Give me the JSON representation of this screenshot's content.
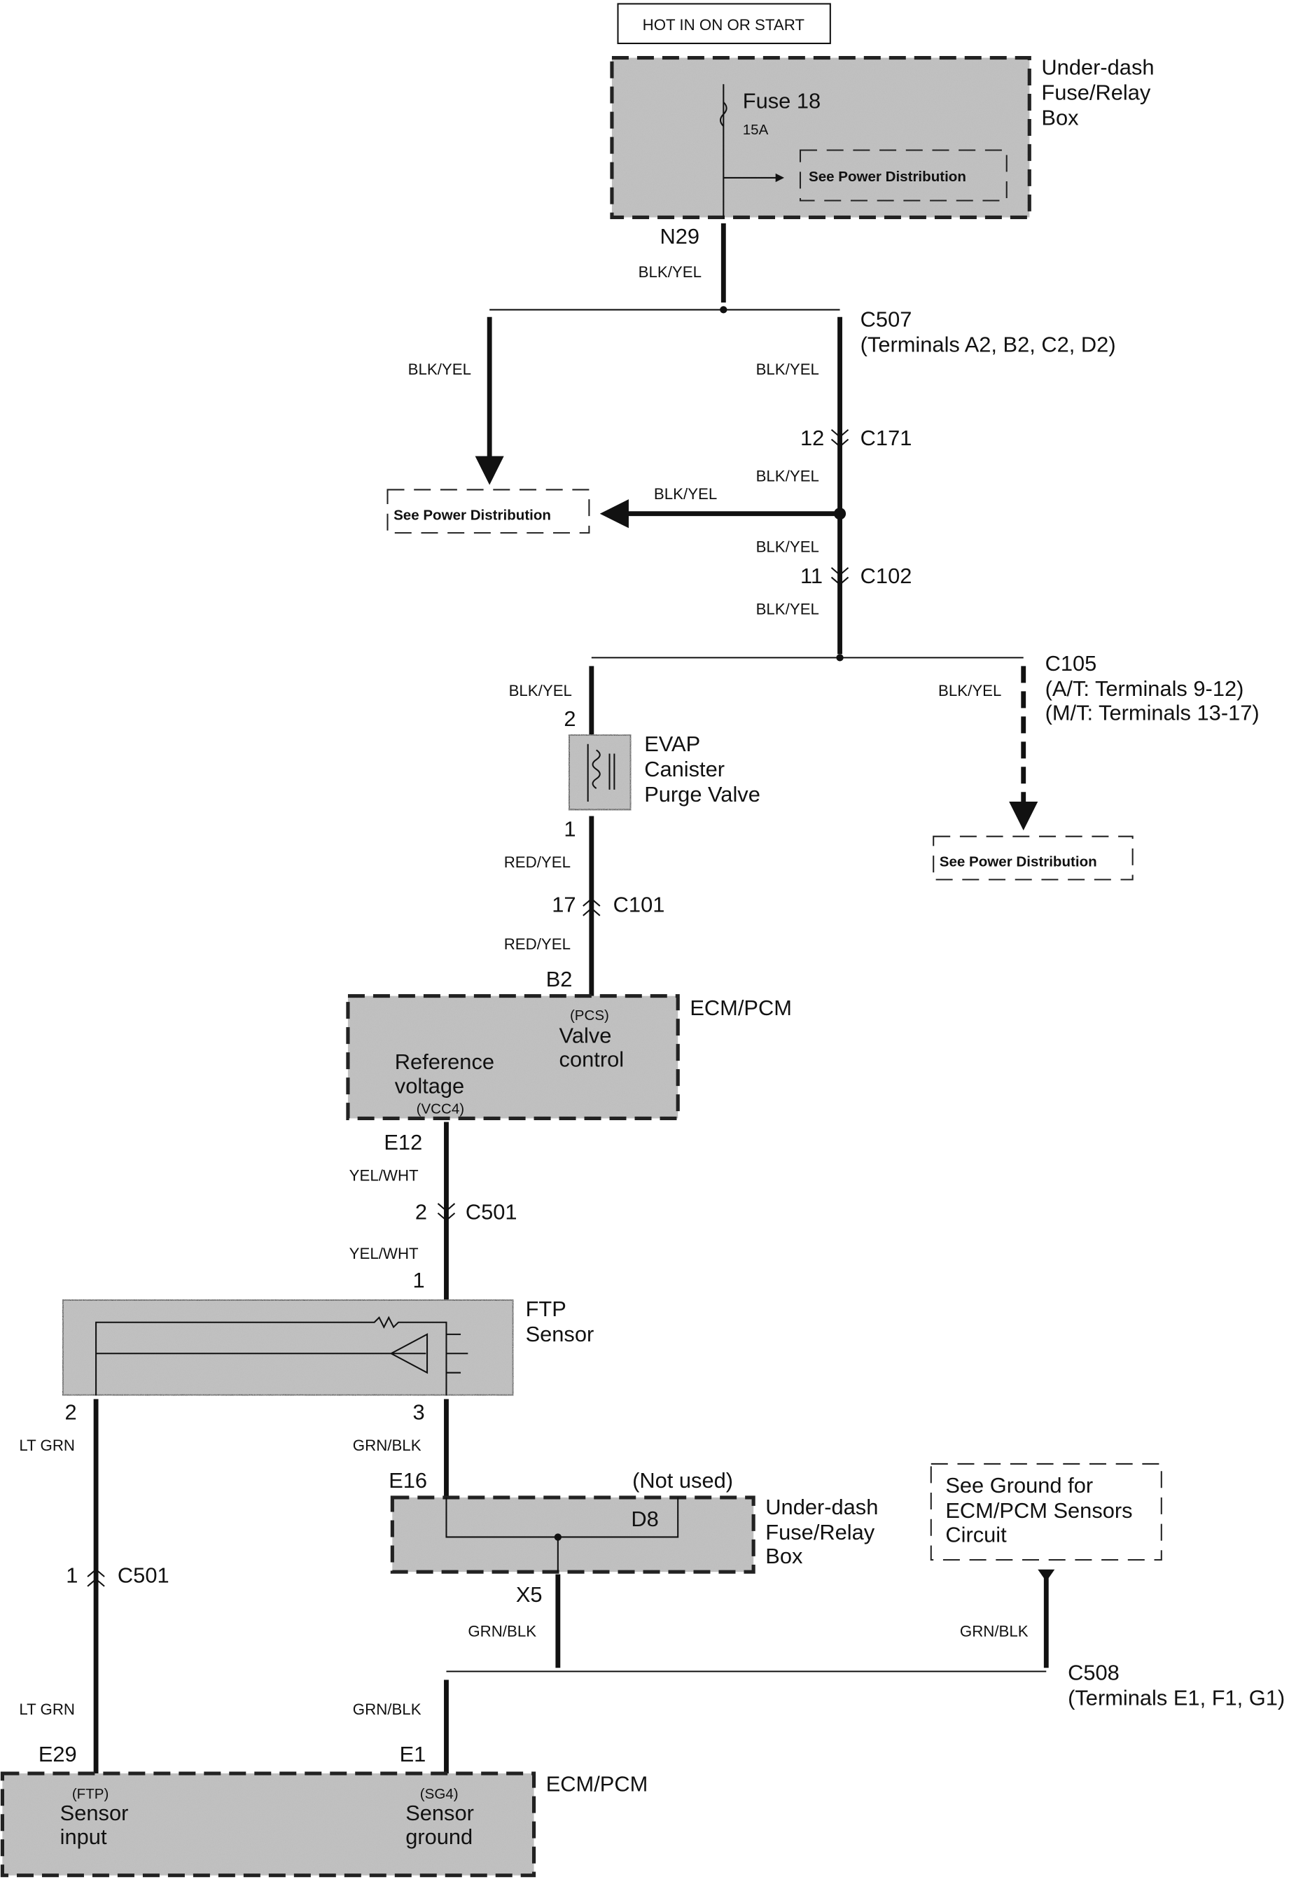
{
  "header": {
    "hot_label": "HOT IN ON OR START"
  },
  "fuse_box_top": {
    "name_lines": [
      "Under-dash",
      "Fuse/Relay",
      "Box"
    ],
    "fuse": "Fuse 18",
    "rating": "15A",
    "see_power": "See Power Distribution",
    "connector": "N29"
  },
  "wires": {
    "blk_yel": "BLK/YEL",
    "red_yel": "RED/YEL",
    "yel_wht": "YEL/WHT",
    "lt_grn": "LT GRN",
    "grn_blk": "GRN/BLK"
  },
  "c507": {
    "name": "C507",
    "terminals": "(Terminals A2, B2, C2, D2)"
  },
  "c171": {
    "pin": "12",
    "name": "C171"
  },
  "c102": {
    "pin": "11",
    "name": "C102"
  },
  "c105": {
    "name": "C105",
    "line1": "(A/T: Terminals 9-12)",
    "line2": "(M/T: Terminals 13-17)"
  },
  "see_power_left": "See Power Distribution",
  "see_power_right": "See Power Distribution",
  "evap": {
    "pin_top": "2",
    "pin_bottom": "1",
    "name_lines": [
      "EVAP",
      "Canister",
      "Purge Valve"
    ]
  },
  "c101": {
    "pin": "17",
    "name": "C101"
  },
  "ecm_top": {
    "name": "ECM/PCM",
    "pin_top": "B2",
    "pin_bottom": "E12",
    "pcs": "(PCS)",
    "valve": "Valve",
    "control": "control",
    "reference": "Reference",
    "voltage": "voltage",
    "vcc4": "(VCC4)"
  },
  "c501_top": {
    "pin": "2",
    "name": "C501"
  },
  "ftp": {
    "pin_top": "1",
    "pin_left": "2",
    "pin_right": "3",
    "name_lines": [
      "FTP",
      "Sensor"
    ]
  },
  "fuse_box_bottom": {
    "pin_in": "E16",
    "pin_out": "X5",
    "not_used": "(Not used)",
    "d8": "D8",
    "name_lines": [
      "Under-dash",
      "Fuse/Relay",
      "Box"
    ]
  },
  "see_ground": {
    "lines": [
      "See Ground for",
      "ECM/PCM Sensors",
      "Circuit"
    ]
  },
  "c501_bottom": {
    "pin": "1",
    "name": "C501"
  },
  "c508": {
    "name": "C508",
    "terminals": "(Terminals E1, F1, G1)"
  },
  "ecm_bottom": {
    "name": "ECM/PCM",
    "pin_left": "E29",
    "pin_right": "E1",
    "ftp": "(FTP)",
    "sensor1": "Sensor",
    "input": "input",
    "sg4": "(SG4)",
    "sensor2": "Sensor",
    "ground": "ground"
  }
}
